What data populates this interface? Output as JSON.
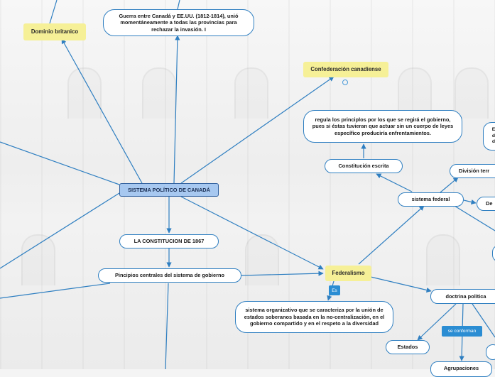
{
  "nodes": {
    "central": "SISTEMA POLÍTICO DE CANADÁ",
    "dominio": "Dominio britanico",
    "guerra": "Guerra entre Canadá y EE.UU. (1812-1814), unió momentáneamente a todas las provincias para rechazar la invasión. I",
    "confederacion": "Confederación canadiense",
    "regula": "regula los principlos por los que se regirá el gobierno, pues si éstas tuvieran que actuar sin un cuerpo de leyes específico produciría enfrentamientos.",
    "constitucion_escrita": "Constitución escrita",
    "division": "División terr",
    "sistema_federal": "sistema federal",
    "de": "De",
    "e_cut": "E\nd\nd",
    "constitucion_1867": "LA CONSTITUCION DE 1867",
    "principios": "Pincipios centrales del sistema de gobierno",
    "federalismo": "Federalismo",
    "sistema_organizativo": "sistema organizativo que se caracteriza por la unión de estados soberanos basada en la no-centralización, en el gobierno compartido y en el respeto a la diversidad",
    "doctrina": "doctrina política",
    "estados": "Estados",
    "agrupaciones": "Agrupaciones"
  },
  "tags": {
    "es": "Es",
    "se_conforman": "se conforman"
  },
  "icons": {
    "comment": "comment-icon"
  },
  "colors": {
    "link": "#2f7fc1",
    "topic_fill": "#a7c8f0",
    "highlight_fill": "#f6f097",
    "tag_fill": "#2b8dd3"
  }
}
